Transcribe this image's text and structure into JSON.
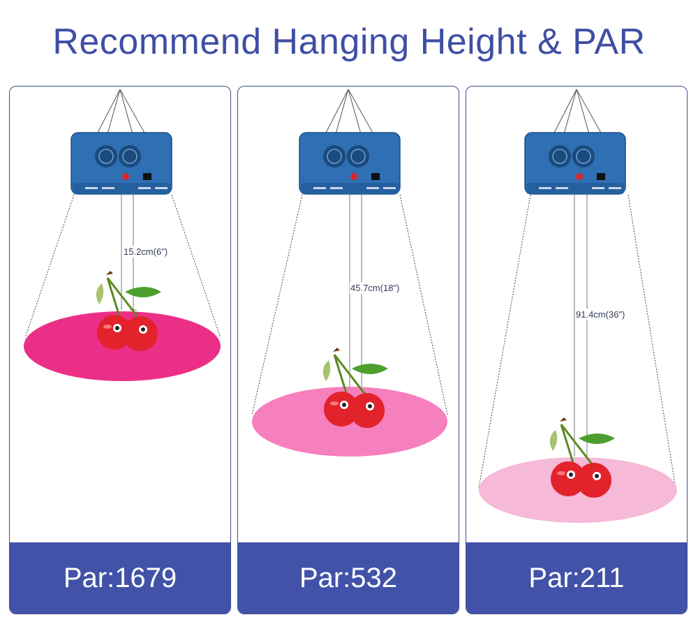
{
  "title": "Recommend Hanging Height & PAR",
  "colors": {
    "title": "#3f4ea4",
    "panel_border": "#3d4c8c",
    "par_bar": "#4152a8",
    "lamp_body": "#2f6fb3"
  },
  "panels": [
    {
      "height_label": "15.2cm(6\")",
      "par_label": "Par:1679",
      "circle_color": "#ec2f86"
    },
    {
      "height_label": "45.7cm(18\")",
      "par_label": "Par:532",
      "circle_color": "#f67fbd"
    },
    {
      "height_label": "91.4cm(36\")",
      "par_label": "Par:211",
      "circle_color": "#f6b9d8"
    }
  ]
}
